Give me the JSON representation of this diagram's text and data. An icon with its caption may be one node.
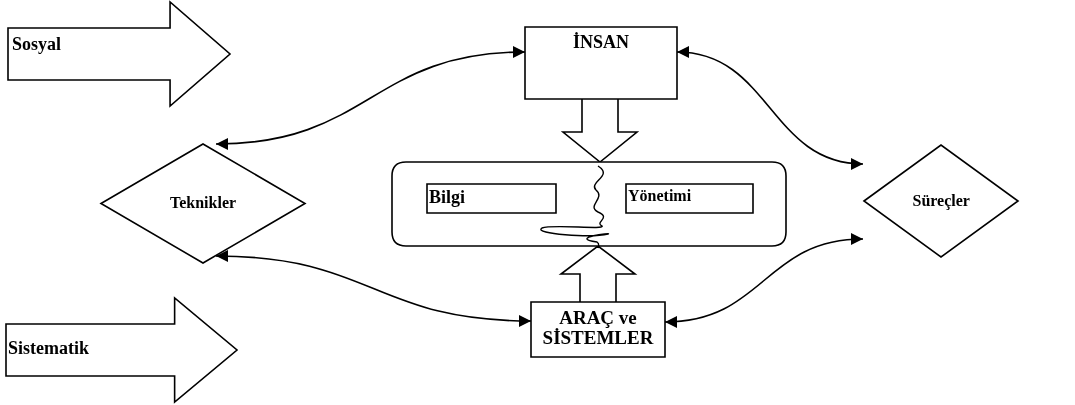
{
  "diagram": {
    "nodes": [
      {
        "text": [
          "Sosyal"
        ]
      },
      {
        "text": [
          "İNSAN"
        ]
      },
      {
        "text": [
          "Teknikler"
        ]
      },
      {
        "text": [
          "Süreçler"
        ]
      },
      {
        "text": [],
        "shape": "box"
      },
      {
        "text": [
          "Bilgi"
        ],
        "in": 4
      },
      {
        "text": [
          "Yönetimi"
        ],
        "in": 4
      },
      {
        "text": [
          "ARAÇ ve SİSTEMLER"
        ]
      },
      {
        "text": [
          "Sistematik"
        ]
      }
    ],
    "edges": [
      {
        "from": 2,
        "to": 1,
        "arrow": "both"
      },
      {
        "from": 1,
        "to": 3,
        "arrow": "both"
      },
      {
        "from": 1,
        "to": 4,
        "arrow": "to"
      },
      {
        "from": 7,
        "to": 4,
        "arrow": "to"
      },
      {
        "from": 2,
        "to": 7,
        "arrow": "both"
      },
      {
        "from": 7,
        "to": 3,
        "arrow": "both"
      }
    ]
  }
}
